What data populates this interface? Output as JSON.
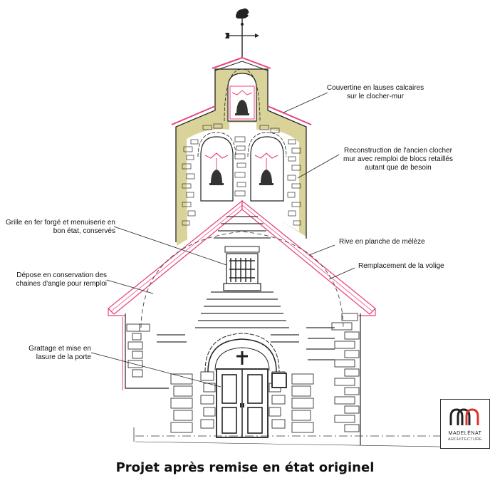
{
  "annotations": {
    "couvertine": "Couvertine en lauses calcaires sur le clocher-mur",
    "reconstruction": "Reconstruction de l'ancien clocher mur avec remploi de blocs retaillés autant que de besoin",
    "grille": "Grille en fer forgé et menuiserie en bon état, conservés",
    "rive": "Rive en planche de mélèze",
    "depose": "Dépose en conservation des chaines d'angle pour remploi",
    "volige": "Remplacement de la volige",
    "grattage": "Grattage et mise en lasure de la porte"
  },
  "caption": "Projet après remise en état originel",
  "logo": {
    "name": "MADELÉNAT",
    "sub": "ARCHITECTURE"
  },
  "colors": {
    "stone_fill": "#d9d39a",
    "roof_edge": "#e8467a",
    "line": "#222222"
  }
}
